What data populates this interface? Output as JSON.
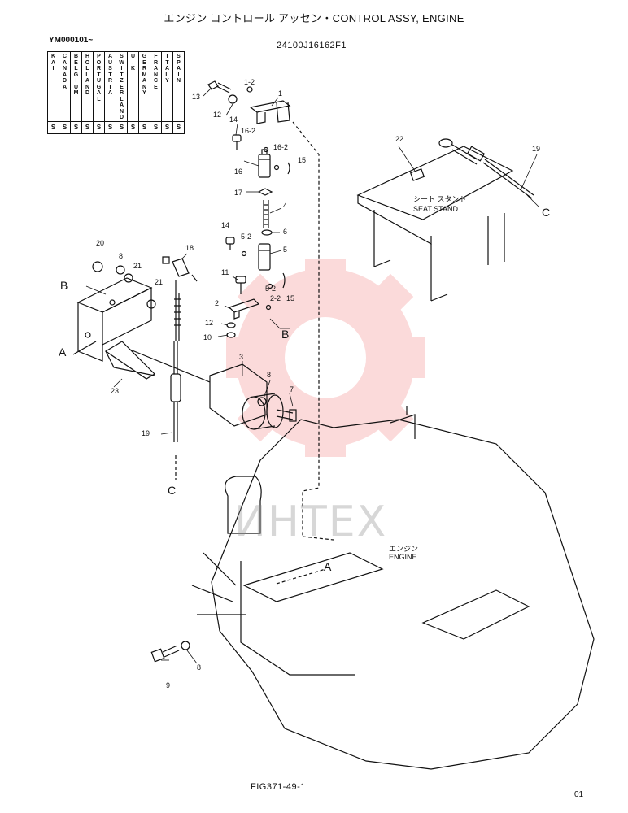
{
  "header": {
    "title": "エンジン コントロール アッセン・CONTROL ASSY, ENGINE",
    "serial": "YM000101~",
    "part_number": "24100J16162F1"
  },
  "country_table": {
    "columns": [
      {
        "name": "KAI",
        "code": "S"
      },
      {
        "name": "CANADA",
        "code": "S"
      },
      {
        "name": "BELGIUM",
        "code": "S"
      },
      {
        "name": "HOLLAND",
        "code": "S"
      },
      {
        "name": "PORTUGAL",
        "code": "S"
      },
      {
        "name": "AUSTRIA",
        "code": "S"
      },
      {
        "name": "SWITZER LAND",
        "code": "S"
      },
      {
        "name": "U.K.",
        "code": "S"
      },
      {
        "name": "GERMANY",
        "code": "S"
      },
      {
        "name": "FRANCE",
        "code": "S"
      },
      {
        "name": "ITALY",
        "code": "S"
      },
      {
        "name": "SPAIN",
        "code": "S"
      }
    ]
  },
  "callouts": {
    "c1": "1",
    "c1_2": "1-2",
    "c2": "2",
    "c2_2": "2-2",
    "c3": "3",
    "c4": "4",
    "c5": "5",
    "c5_2a": "5-2",
    "c5_2b": "5-2",
    "c6": "6",
    "c7": "7",
    "c8a": "8",
    "c8b": "8",
    "c8c": "8",
    "c9": "9",
    "c10": "10",
    "c11": "11",
    "c12a": "12",
    "c12b": "12",
    "c13": "13",
    "c14a": "14",
    "c14b": "14",
    "c15a": "15",
    "c15b": "15",
    "c16": "16",
    "c16_2a": "16-2",
    "c16_2b": "16-2",
    "c17": "17",
    "c18": "18",
    "c19a": "19",
    "c19b": "19",
    "c20": "20",
    "c21a": "21",
    "c21b": "21",
    "c22": "22",
    "c23": "23"
  },
  "refs": {
    "A1": "A",
    "A2": "A",
    "B1": "B",
    "B2": "B",
    "C1": "C",
    "C2": "C"
  },
  "labels": {
    "seat_stand_jp": "シート スタント",
    "seat_stand_en": "SEAT STAND",
    "engine_jp": "エンジン",
    "engine_en": "ENGINE"
  },
  "watermark": "ИНТЕХ",
  "footer": {
    "figure": "FIG371-49-1",
    "page": "01"
  }
}
